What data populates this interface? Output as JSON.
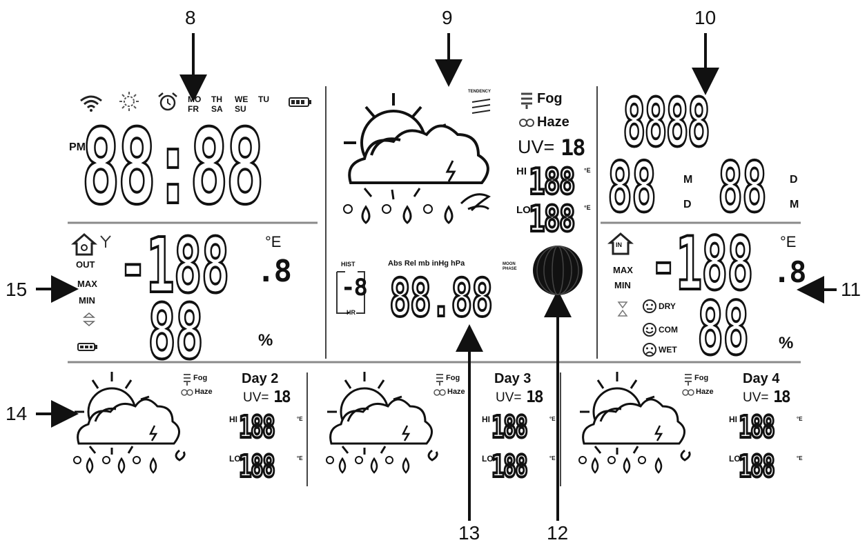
{
  "callouts": {
    "c8": "8",
    "c9": "9",
    "c10": "10",
    "c11": "11",
    "c12": "12",
    "c13": "13",
    "c14": "14",
    "c15": "15"
  },
  "clock": {
    "days_top": [
      "MO",
      "TH",
      "WE",
      "TU"
    ],
    "days_bottom": [
      "FR",
      "SA",
      "SU"
    ],
    "pm": "PM",
    "digits": "88:88"
  },
  "weather": {
    "tendency": "TENDENCY",
    "fog": "Fog",
    "haze": "Haze",
    "uv": "UV=",
    "uv_digit": "18",
    "hi": "HI",
    "lo": "LO",
    "hi_digits": "188",
    "lo_digits": "188",
    "temp_unit": "°E"
  },
  "date": {
    "top_digits": "8888",
    "left_digits": "88",
    "right_digits": "88",
    "m1": "M",
    "d1": "D",
    "d2": "D",
    "m2": "M"
  },
  "outdoor": {
    "out": "OUT",
    "max": "MAX",
    "min": "MIN",
    "temp": "-188",
    "temp_dec": ".8",
    "unit": "°E",
    "hum": "88",
    "pct": "%"
  },
  "pressure": {
    "hist": "HIST",
    "hist_digit": "-8",
    "hr": "HR",
    "units": "Abs Rel mb inHg hPa",
    "digits": "88.88",
    "moon": "MOON PHASE"
  },
  "indoor": {
    "in": "IN",
    "max": "MAX",
    "min": "MIN",
    "temp": "-188",
    "temp_dec": ".8",
    "unit": "°E",
    "dry": "DRY",
    "com": "COM",
    "wet": "WET",
    "hum": "88",
    "pct": "%"
  },
  "forecast": [
    {
      "day": "Day 2",
      "fog": "Fog",
      "haze": "Haze",
      "uv": "UV=",
      "uv_digit": "18",
      "hi": "HI",
      "lo": "LO",
      "hi_digits": "188",
      "lo_digits": "188",
      "unit": "°E"
    },
    {
      "day": "Day 3",
      "fog": "Fog",
      "haze": "Haze",
      "uv": "UV=",
      "uv_digit": "18",
      "hi": "HI",
      "lo": "LO",
      "hi_digits": "188",
      "lo_digits": "188",
      "unit": "°E"
    },
    {
      "day": "Day 4",
      "fog": "Fog",
      "haze": "Haze",
      "uv": "UV=",
      "uv_digit": "18",
      "hi": "HI",
      "lo": "LO",
      "hi_digits": "188",
      "lo_digits": "188",
      "unit": "°E"
    }
  ]
}
